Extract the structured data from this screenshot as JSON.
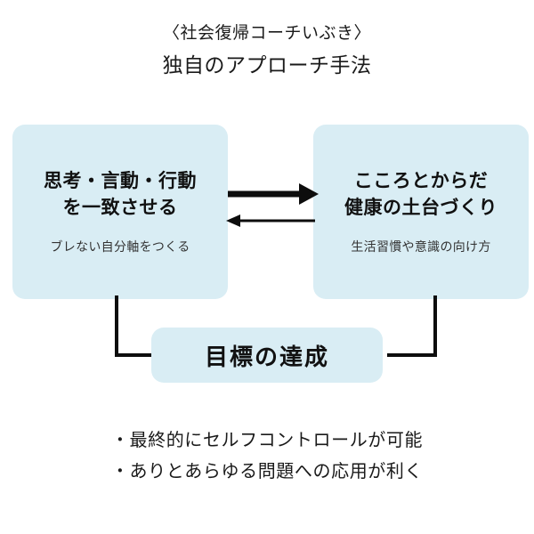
{
  "title": {
    "line1": "〈社会復帰コーチいぶき〉",
    "line2": "独自のアプローチ手法"
  },
  "boxes": {
    "left": {
      "heading": "思考・言動・行動\nを一致させる",
      "heading_line1": "思考・言動・行動",
      "heading_line2": "を一致させる",
      "subtitle": "ブレない自分軸をつくる"
    },
    "right": {
      "heading_line1": "こころとからだ",
      "heading_line2": "健康の土台づくり",
      "subtitle": "生活習慣や意識の向け方"
    },
    "goal": {
      "label": "目標の達成"
    }
  },
  "arrows": {
    "top_arrow_name": "arrow-right",
    "bottom_arrow_name": "arrow-left"
  },
  "bullets": [
    "・最終的にセルフコントロールが可能",
    "・ありとあらゆる問題への応用が利く"
  ],
  "colors": {
    "box_fill": "#d9edf4",
    "text": "#1a1a1a",
    "line": "#0d0d0d",
    "background": "#ffffff"
  }
}
